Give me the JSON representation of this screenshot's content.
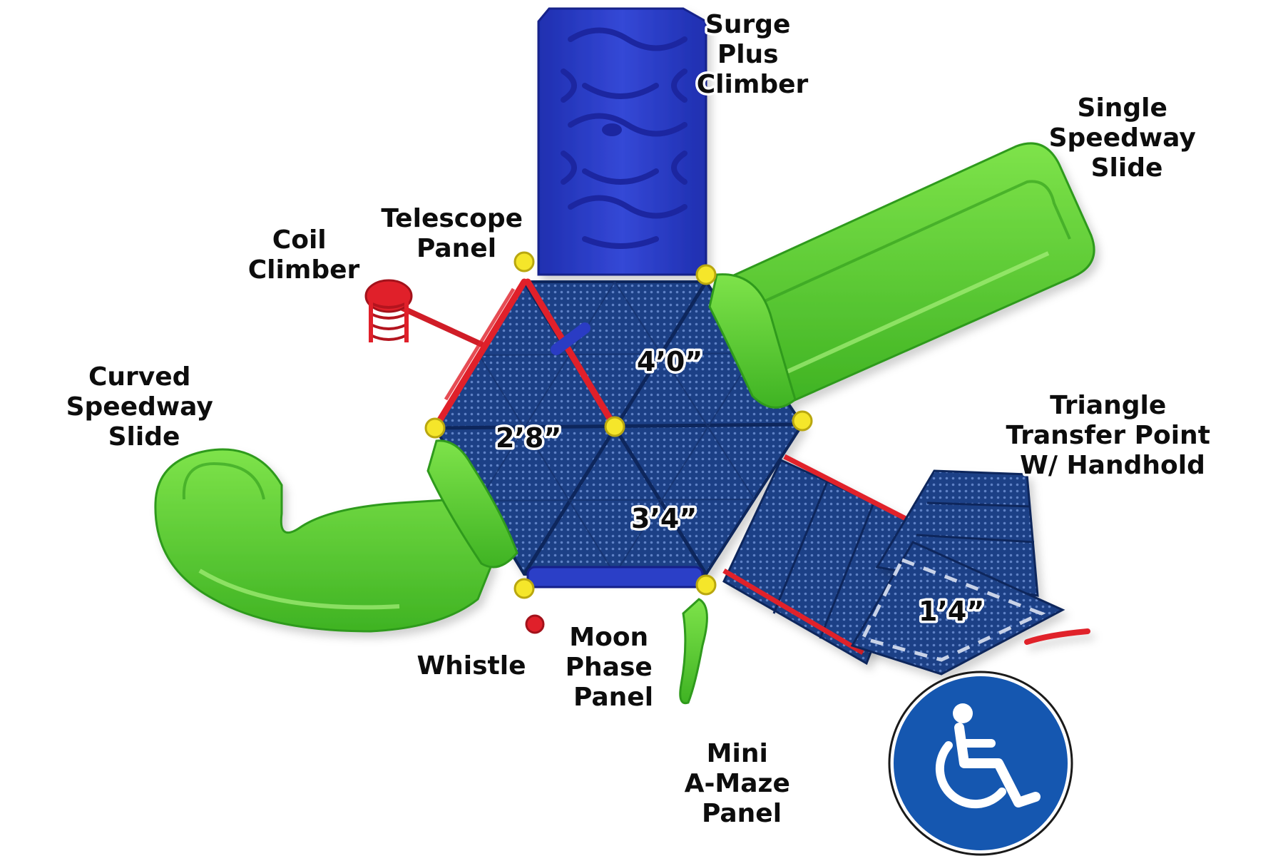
{
  "colors": {
    "deck_blue": "#1d3f86",
    "deck_blue_dark": "#10275c",
    "climber_blue": "#2b3fc7",
    "slide_green": "#55cc33",
    "slide_green_dark": "#2f9a1c",
    "rail_red": "#e0202a",
    "post_yellow": "#f5e62a",
    "access_blue": "#1557b0"
  },
  "icons": {
    "accessibility": "wheelchair-icon"
  },
  "labels": {
    "surge_plus_climber": [
      "Surge",
      "Plus",
      "Climber"
    ],
    "single_speedway_slide": [
      "Single",
      "Speedway",
      "Slide"
    ],
    "telescope_panel": [
      "Telescope",
      "Panel"
    ],
    "coil_climber": [
      "Coil",
      "Climber"
    ],
    "curved_speedway_slide": [
      "Curved",
      "Speedway",
      "Slide"
    ],
    "triangle_transfer_point": [
      "Triangle",
      "Transfer Point",
      "W/ Handhold"
    ],
    "whistle": [
      "Whistle"
    ],
    "moon_phase_panel": [
      "Moon",
      "Phase",
      "Panel"
    ],
    "mini_a_maze_panel": [
      "Mini",
      "A-Maze",
      "Panel"
    ]
  },
  "dimensions": {
    "deck_top": "4’0”",
    "deck_left": "2’8”",
    "deck_bottom": "3’4”",
    "transfer_platform": "1’4”"
  }
}
